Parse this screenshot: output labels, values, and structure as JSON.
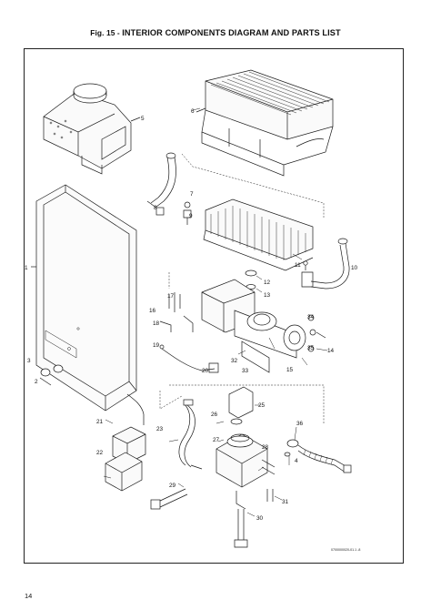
{
  "figure": {
    "prefix": "Fig. 15 - ",
    "title": "INTERIOR COMPONENTS DIAGRAM AND PARTS LIST"
  },
  "drawing_code": "0700000020-01.1 -8",
  "page_number": "14",
  "callouts": [
    "1",
    "2",
    "3",
    "5",
    "6",
    "7",
    "8",
    "9",
    "10",
    "11",
    "12",
    "13",
    "14",
    "15",
    "16",
    "17",
    "18",
    "19",
    "20",
    "21",
    "22",
    "23",
    "25",
    "26",
    "27",
    "28",
    "29",
    "30",
    "31",
    "32",
    "33",
    "34",
    "35",
    "36",
    "4"
  ]
}
